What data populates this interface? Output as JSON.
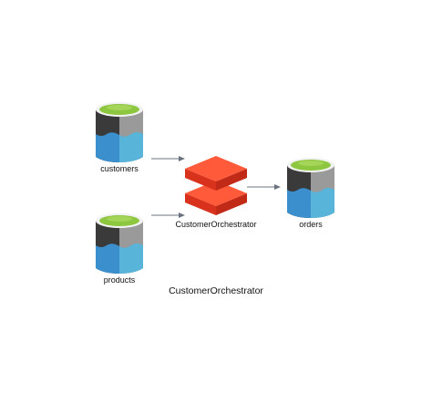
{
  "diagram": {
    "caption": "CustomerOrchestrator",
    "nodes": {
      "customers": {
        "label": "customers",
        "icon": "database-icon"
      },
      "products": {
        "label": "products",
        "icon": "database-icon"
      },
      "orchestrator": {
        "label": "CustomerOrchestrator",
        "icon": "databricks-stack-icon"
      },
      "orders": {
        "label": "orders",
        "icon": "database-icon"
      }
    },
    "edges": [
      {
        "from": "customers",
        "to": "orchestrator"
      },
      {
        "from": "products",
        "to": "orchestrator"
      },
      {
        "from": "orchestrator",
        "to": "orders"
      }
    ],
    "colors": {
      "db_top": "#8dc63f",
      "db_dark": "#3a3a3a",
      "db_light": "#9a9a9a",
      "db_water_left": "#3a8fcc",
      "db_water_right": "#59b4d9",
      "orchestrator": "#ee3b24",
      "arrow": "#6b7380"
    }
  }
}
